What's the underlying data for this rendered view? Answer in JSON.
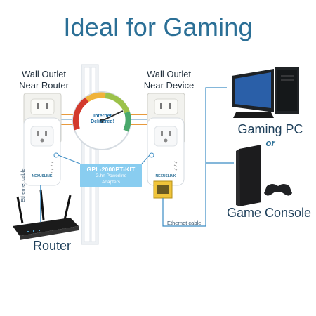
{
  "title": "Ideal for Gaming",
  "labels": {
    "wall_outlet_router": [
      "Wall Outlet",
      "Near Router"
    ],
    "wall_outlet_device": [
      "Wall Outlet",
      "Near Device"
    ],
    "internet_delivered": [
      "Internet",
      "Delivered!"
    ],
    "kit_model": "GPL-2000PT-KIT",
    "kit_desc": [
      "G.hn Powerline",
      "Adapters"
    ],
    "gaming_pc": "Gaming PC",
    "or": "or",
    "game_console": "Game Console",
    "router": "Router",
    "ethernet_cable_left": "Ethernet cable",
    "ethernet_cable_right": "Ethernet cable",
    "brand": "NEXUSLINK"
  },
  "colors": {
    "title": "#2b6f96",
    "cable": "#3b8cc4",
    "kit_badge": "#89cdf0",
    "wire_orange": "#e89a3c",
    "gauge_red": "#d33a2c",
    "gauge_green": "#49a86b"
  },
  "icons": [
    "wall-outlet-icon",
    "powerline-adapter-icon",
    "speed-gauge-icon",
    "router-icon",
    "gaming-pc-icon",
    "game-console-icon",
    "ethernet-port-icon"
  ]
}
